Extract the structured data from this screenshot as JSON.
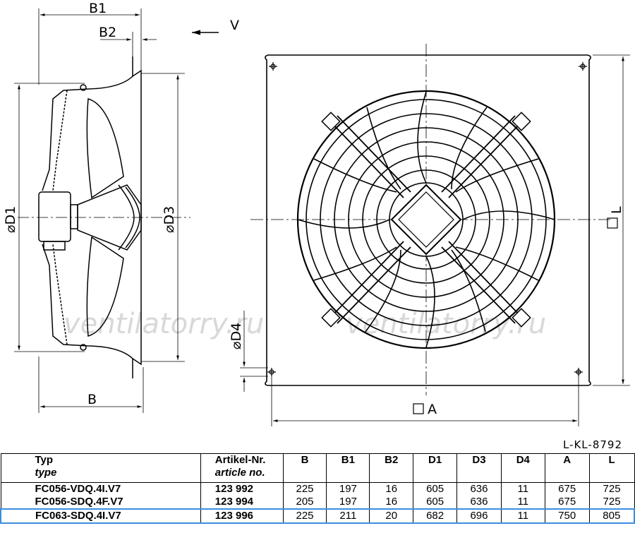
{
  "labels": {
    "B1": "B1",
    "B2": "B2",
    "B": "B",
    "V": "V",
    "D1": "⌀D1",
    "D3": "⌀D3",
    "D4": "⌀D4",
    "A": "A",
    "L": "L"
  },
  "watermark": "ventilatorry.ru",
  "reference": "L-KL-8792",
  "table": {
    "headers": {
      "type": "Typ",
      "type_sub": "type",
      "article": "Artikel-Nr.",
      "article_sub": "article no.",
      "B": "B",
      "B1": "B1",
      "B2": "B2",
      "D1": "D1",
      "D3": "D3",
      "D4": "D4",
      "A": "A",
      "L": "L"
    },
    "rows": [
      {
        "type": "FC056-VDQ.4I.V7",
        "article": "123 992",
        "B": "225",
        "B1": "197",
        "B2": "16",
        "D1": "605",
        "D3": "636",
        "D4": "11",
        "A": "675",
        "L": "725"
      },
      {
        "type": "FC056-SDQ.4F.V7",
        "article": "123 994",
        "B": "205",
        "B1": "197",
        "B2": "16",
        "D1": "605",
        "D3": "636",
        "D4": "11",
        "A": "675",
        "L": "725"
      },
      {
        "type": "FC063-SDQ.4I.V7",
        "article": "123 996",
        "B": "225",
        "B1": "211",
        "B2": "20",
        "D1": "682",
        "D3": "696",
        "D4": "11",
        "A": "750",
        "L": "805"
      }
    ],
    "highlight_color": "#3a8ee0"
  }
}
